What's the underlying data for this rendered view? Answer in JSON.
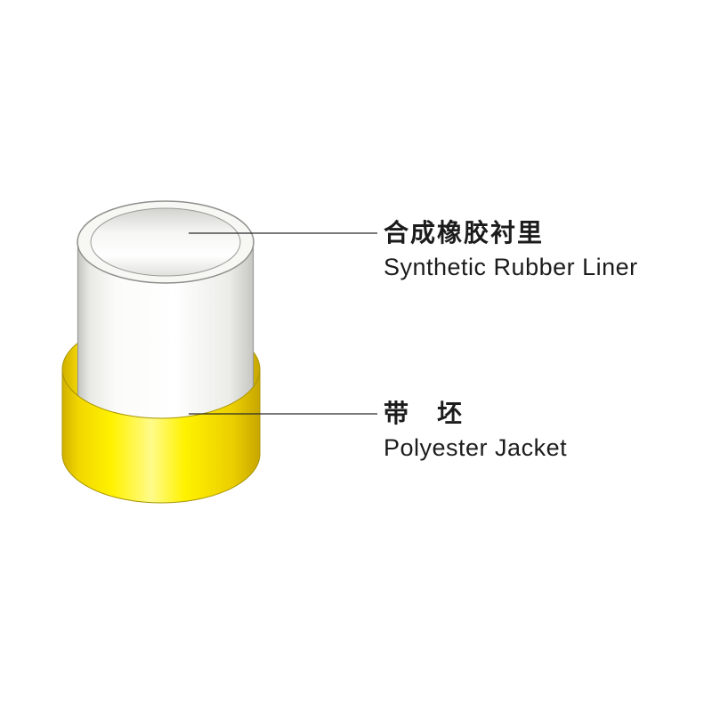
{
  "page": {
    "background": "#ffffff"
  },
  "diagram": {
    "type": "labeled-product-cutaway",
    "subject": "hose-cross-section",
    "parts": [
      {
        "id": "liner",
        "label_zh": "合成橡胶衬里",
        "label_en": "Synthetic Rubber Liner",
        "color": "#f6f6f3"
      },
      {
        "id": "jacket",
        "label_zh": "带　坯",
        "label_en": "Polyester Jacket",
        "color": "#ffee00"
      }
    ],
    "leader_line_color": "#2a2a2a",
    "outline_color": "#8f8f8c"
  }
}
